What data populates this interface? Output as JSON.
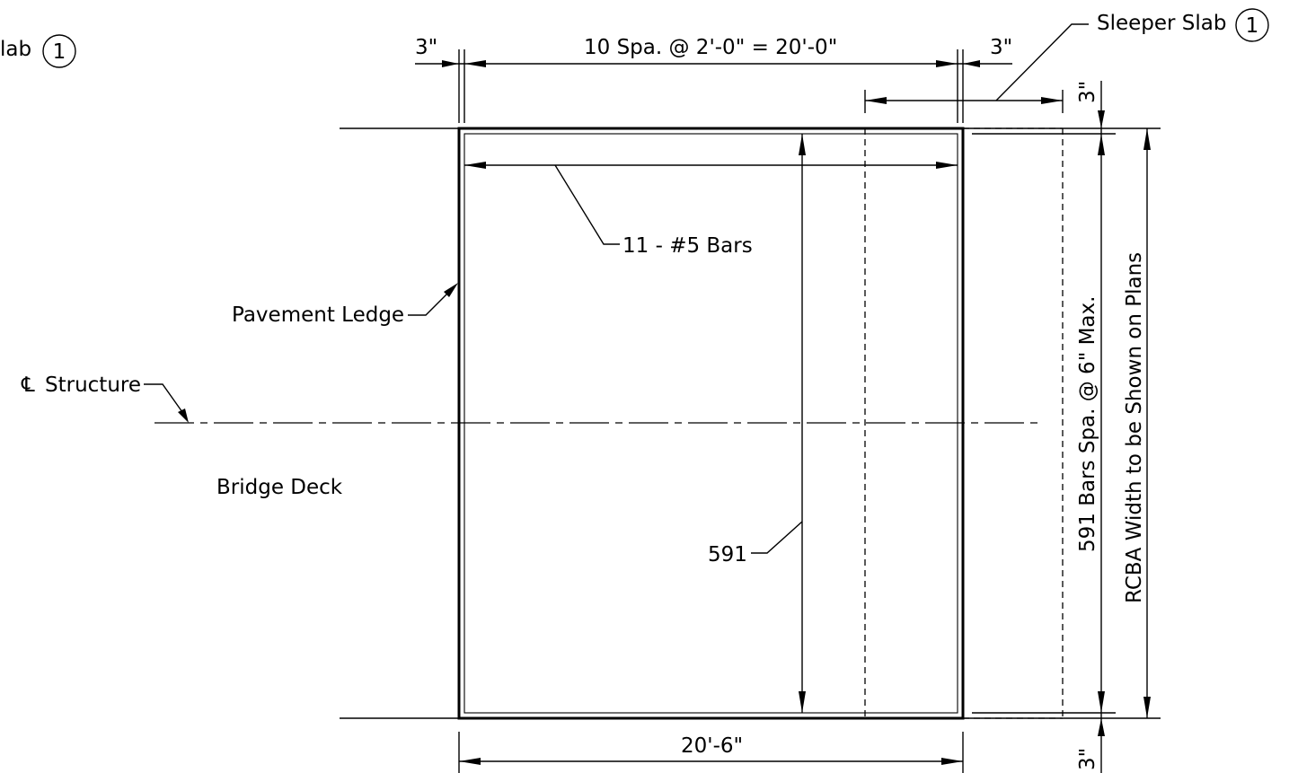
{
  "labels": {
    "slab_ref_left": "lab",
    "slab_ref_left_num": "1",
    "sleeper_slab": "Sleeper Slab",
    "sleeper_slab_num": "1",
    "dim_left_edge": "3\"",
    "dim_bar_spacing": "10 Spa. @ 2'-0\" = 20'-0\"",
    "dim_right_edge": "3\"",
    "dim_top_cover": "3\"",
    "dim_bottom_cover": "3\"",
    "bars_callout": "11 - #5 Bars",
    "pavement_ledge": "Pavement Ledge",
    "cl_symbol": "℄",
    "cl_structure": "Structure",
    "bridge_deck": "Bridge Deck",
    "bars_count": "591",
    "overall_width": "20'-6\"",
    "long_bars": "591 Bars Spa. @ 6\" Max.",
    "rcba_width": "RCBA Width to be Shown on Plans"
  }
}
